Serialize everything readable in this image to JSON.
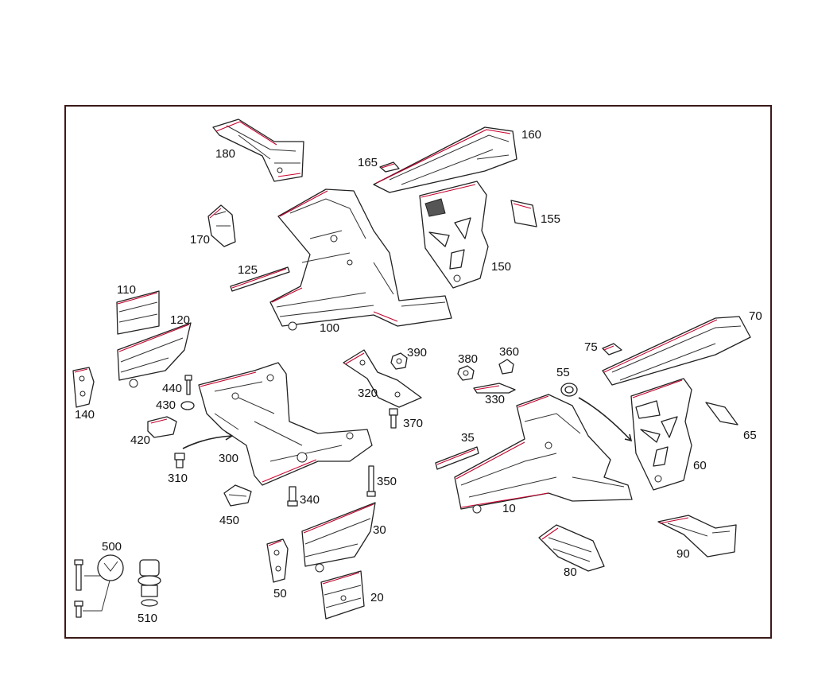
{
  "accent_colors": {
    "outline": "#222222",
    "highlight": "#c8002d",
    "frame": "#3a1a1a"
  },
  "labels": {
    "p10": "10",
    "p20": "20",
    "p30": "30",
    "p35": "35",
    "p50": "50",
    "p55": "55",
    "p60": "60",
    "p65": "65",
    "p70": "70",
    "p75": "75",
    "p80": "80",
    "p90": "90",
    "p100": "100",
    "p110": "110",
    "p120": "120",
    "p125": "125",
    "p140": "140",
    "p150": "150",
    "p155": "155",
    "p160": "160",
    "p165": "165",
    "p170": "170",
    "p180": "180",
    "p300": "300",
    "p310": "310",
    "p320": "320",
    "p330": "330",
    "p340": "340",
    "p350": "350",
    "p360": "360",
    "p370": "370",
    "p380": "380",
    "p390": "390",
    "p420": "420",
    "p430": "430",
    "p440": "440",
    "p450": "450",
    "p500": "500",
    "p510": "510"
  }
}
